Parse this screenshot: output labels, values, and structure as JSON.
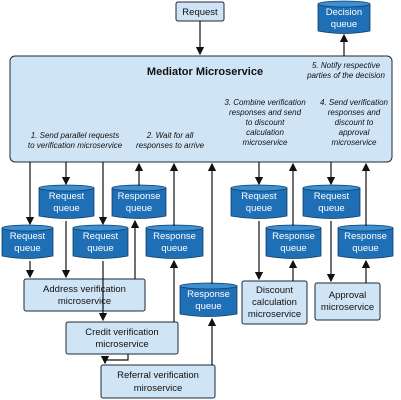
{
  "request": "Request",
  "decision_queue": [
    "Decision",
    "queue"
  ],
  "mediator": {
    "title": "Mediator Microservice",
    "step1": [
      "1. Send parallel requests",
      "to verification microservice"
    ],
    "step2": [
      "2. Wait for all",
      "responses to arrive"
    ],
    "step3": [
      "3. Combine verification",
      "responses and send",
      "to discount",
      "calculation",
      "microservice"
    ],
    "step4": [
      "4. Send verification",
      "responses and",
      "discount to",
      "approval",
      "microservice"
    ],
    "step5": [
      "5. Notify respective",
      "parties of the decision"
    ]
  },
  "queues": {
    "request": [
      "Request",
      "queue"
    ],
    "response": [
      "Response",
      "queue"
    ]
  },
  "services": {
    "address": [
      "Address verification",
      "microservice"
    ],
    "credit": [
      "Credit verification",
      "microservice"
    ],
    "referral": [
      "Referral verification",
      "miroservice"
    ],
    "discount": [
      "Discount",
      "calculation",
      "microservice"
    ],
    "approval": [
      "Approval",
      "microservice"
    ]
  }
}
